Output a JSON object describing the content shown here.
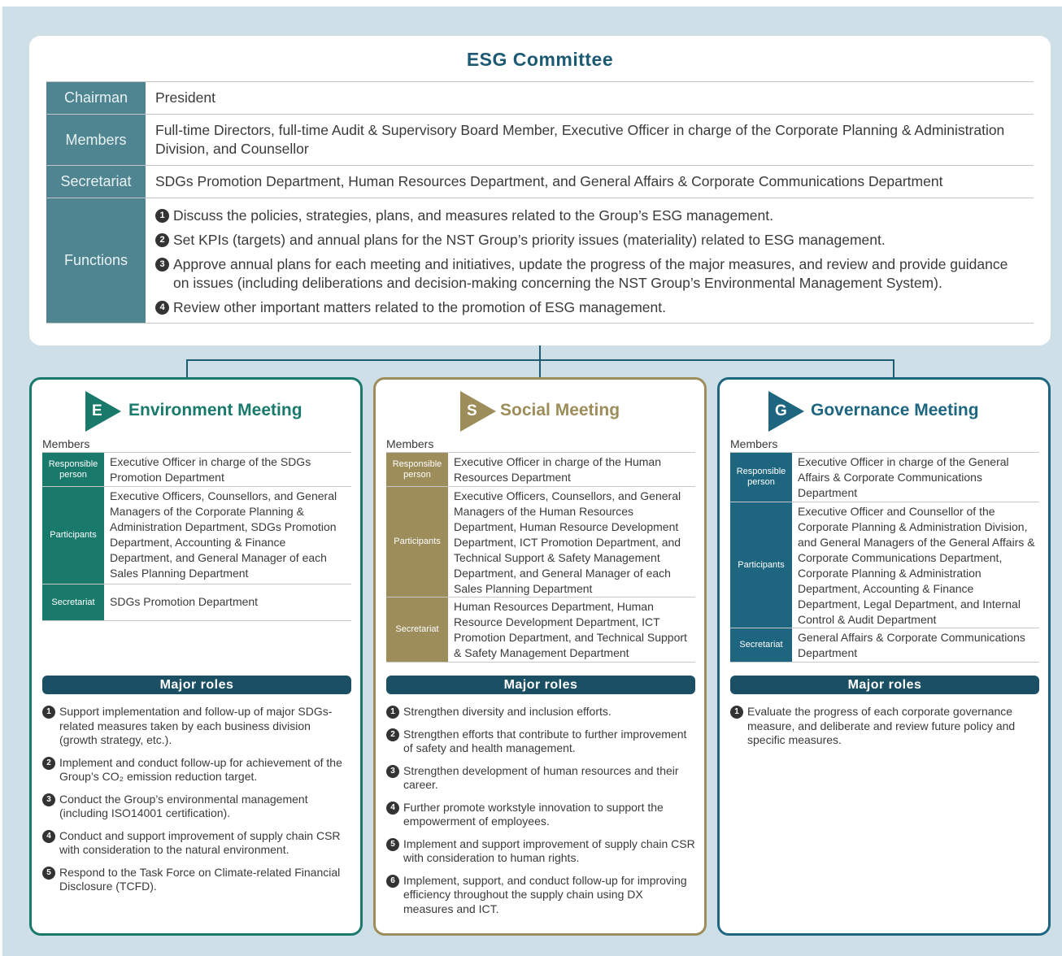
{
  "committee": {
    "title": "ESG Committee",
    "rows": [
      {
        "label": "Chairman",
        "value": "President"
      },
      {
        "label": "Members",
        "value": "Full-time Directors, full-time Audit & Supervisory Board Member, Executive Officer in charge of the Corporate Planning & Administration Division, and Counsellor"
      },
      {
        "label": "Secretariat",
        "value": "SDGs Promotion Department, Human Resources Department, and General Affairs & Corporate Communications Department"
      }
    ],
    "functions_label": "Functions",
    "functions": [
      {
        "num": "1",
        "text": "Discuss the policies, strategies, plans, and measures related to the Group’s ESG management."
      },
      {
        "num": "2",
        "text": "Set KPIs (targets) and annual plans for the NST Group’s priority issues (materiality) related to ESG management."
      },
      {
        "num": "3",
        "text": "Approve annual plans for each meeting and initiatives, update the progress of the major measures, and review and provide guidance on issues (including deliberations and decision-making concerning the NST Group’s Environmental Management System)."
      },
      {
        "num": "4",
        "text": "Review other important matters related to the promotion of ESG management."
      }
    ]
  },
  "meetings": {
    "environment": {
      "letter": "E",
      "title": "Environment Meeting",
      "color": "#197a6c",
      "members_label": "Members",
      "responsible_label": "Responsible person",
      "responsible": "Executive Officer in charge of the SDGs Promotion Department",
      "participants_label": "Participants",
      "participants": "Executive Officers, Counsellors, and General Managers of the Corporate Planning & Administration Department, SDGs Promotion Department, Accounting & Finance Department, and General Manager of each Sales Planning Department",
      "secretariat_label": "Secretariat",
      "secretariat": "SDGs Promotion Department",
      "roles_label": "Major roles",
      "roles": [
        {
          "num": "1",
          "text": "Support implementation and follow-up of major SDGs-related measures taken by each business division (growth strategy, etc.)."
        },
        {
          "num": "2",
          "text": "Implement and conduct follow-up for achievement of the Group’s CO₂ emission reduction target."
        },
        {
          "num": "3",
          "text": "Conduct the Group’s environmental management (including ISO14001 certification)."
        },
        {
          "num": "4",
          "text": "Conduct and support improvement of supply chain CSR with consideration to the natural environment."
        },
        {
          "num": "5",
          "text": "Respond to the Task Force on Climate-related Financial Disclosure (TCFD)."
        }
      ]
    },
    "social": {
      "letter": "S",
      "title": "Social Meeting",
      "color": "#9c8d5a",
      "members_label": "Members",
      "responsible_label": "Responsible person",
      "responsible": "Executive Officer in charge of the Human Resources Department",
      "participants_label": "Participants",
      "participants": "Executive Officers, Counsellors, and General Managers of the Human Resources Department, Human Resource Development Department, ICT Promotion Department, and Technical Support & Safety Management Department, and General Manager of each Sales Planning Department",
      "secretariat_label": "Secretariat",
      "secretariat": "Human Resources Department, Human Resource Development Department, ICT Promotion Department, and Technical Support & Safety Management Department",
      "roles_label": "Major roles",
      "roles": [
        {
          "num": "1",
          "text": "Strengthen diversity and inclusion efforts."
        },
        {
          "num": "2",
          "text": "Strengthen efforts that contribute to further improvement of safety and health management."
        },
        {
          "num": "3",
          "text": "Strengthen development of human resources and their career."
        },
        {
          "num": "4",
          "text": "Further promote workstyle innovation to support the empowerment of employees."
        },
        {
          "num": "5",
          "text": "Implement and support improvement of supply chain CSR with consideration to human rights."
        },
        {
          "num": "6",
          "text": "Implement, support, and conduct follow-up for improving efficiency throughout the supply chain using DX measures and ICT."
        }
      ]
    },
    "governance": {
      "letter": "G",
      "title": "Governance Meeting",
      "color": "#1e6680",
      "members_label": "Members",
      "responsible_label": "Responsible person",
      "responsible": "Executive Officer in charge of the General Affairs & Corporate Communications Department",
      "participants_label": "Participants",
      "participants": "Executive Officer and Counsellor of the Corporate Planning & Administration Division, and General Managers of the General Affairs & Corporate Communications Department, Corporate Planning & Administration Department, Accounting & Finance Department, Legal Department, and Internal Control & Audit Department",
      "secretariat_label": "Secretariat",
      "secretariat": "General Affairs & Corporate Communications Department",
      "roles_label": "Major roles",
      "roles": [
        {
          "num": "1",
          "text": "Evaluate the progress of each corporate governance measure, and deliberate and review future policy and specific measures."
        }
      ]
    }
  }
}
